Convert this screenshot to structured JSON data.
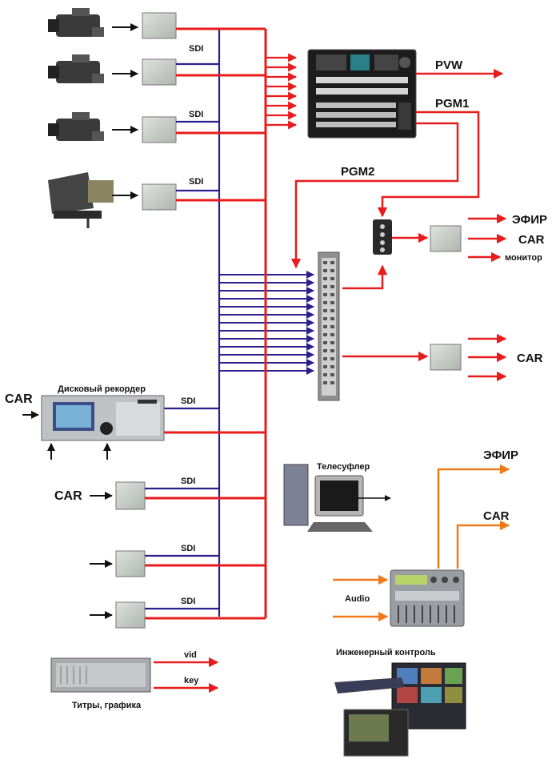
{
  "labels": {
    "sdi": "SDI",
    "pvw": "PVW",
    "pgm1": "PGM1",
    "pgm2": "PGM2",
    "efir": "ЭФИР",
    "car": "CAR",
    "monitor": "монитор",
    "disk_recorder": "Дисковый рекордер",
    "teleprompter": "Телесуфлер",
    "audio": "Audio",
    "engineering": "Инженерный контроль",
    "titles": "Титры, графика",
    "vid": "vid",
    "key": "key"
  },
  "colors": {
    "video_line": "#e81c1c",
    "sdi_line": "#2a1f8f",
    "audio_line": "#f07a1a",
    "device_gray": "#c9cec9"
  }
}
